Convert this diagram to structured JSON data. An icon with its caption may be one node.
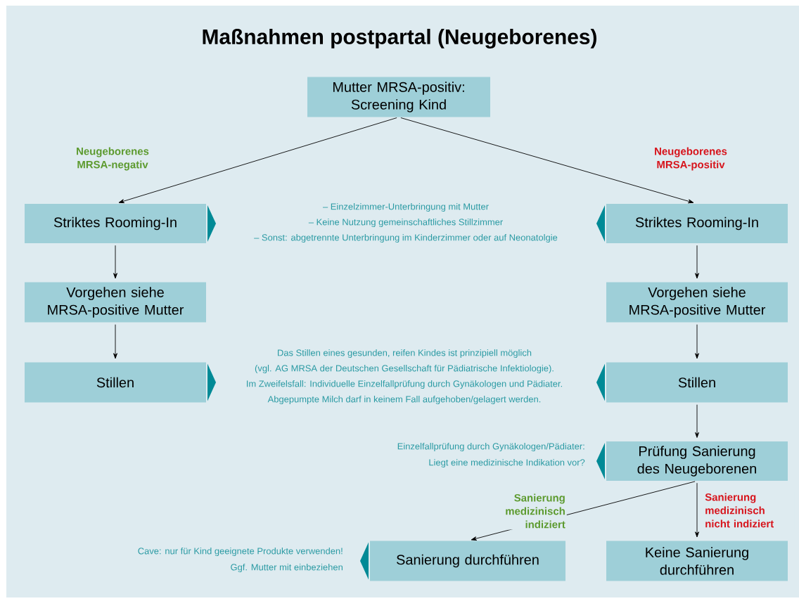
{
  "diagram": {
    "title": "Maßnahmen postpartal (Neugeborenes)",
    "nodes": [
      {
        "text": [
          "Mutter MRSA-positiv: Screening Kind"
        ]
      },
      {
        "text": [
          "Striktes Rooming-In"
        ]
      },
      {
        "text": [
          "Striktes Rooming-In"
        ]
      },
      {
        "text": [
          "Vorgehen siehe MRSA-positive Mutter"
        ]
      },
      {
        "text": [
          "Vorgehen siehe MRSA-positive Mutter"
        ]
      },
      {
        "text": [
          "Stillen"
        ]
      },
      {
        "text": [
          "Stillen"
        ]
      },
      {
        "text": [
          "Prüfung Sanierung des Neugeborenen"
        ]
      },
      {
        "text": [
          "Sanierung durchführen"
        ]
      },
      {
        "text": [
          "Keine Sanierung durchführen"
        ]
      }
    ],
    "edges": [
      {
        "from": 0,
        "to": 1,
        "arrow": "to",
        "label": "Neugeborenes MRSA-negativ"
      },
      {
        "from": 0,
        "to": 2,
        "arrow": "to",
        "label": "Neugeborenes MRSA-positiv"
      },
      {
        "from": 1,
        "to": 3,
        "arrow": "to"
      },
      {
        "from": 3,
        "to": 5,
        "arrow": "to"
      },
      {
        "from": 2,
        "to": 4,
        "arrow": "to"
      },
      {
        "from": 4,
        "to": 6,
        "arrow": "to"
      },
      {
        "from": 6,
        "to": 7,
        "arrow": "to"
      },
      {
        "from": 7,
        "to": 8,
        "arrow": "to",
        "label": "Sanierung medizinisch indiziert"
      },
      {
        "from": 7,
        "to": 9,
        "arrow": "to",
        "label": "Sanierung medizinisch nicht indiziert"
      }
    ],
    "labels": [
      "– Einzelzimmer-Unterbringung mit Mutter",
      "– Keine Nutzung gemeinschaftliches Stillzimmer",
      "– Sonst: abgetrennte Unterbringung im Kinderzimmer oder auf Neonatolgie",
      "Das Stillen eines gesunden, reifen Kindes ist prinzipiell möglich",
      "(vgl. AG MRSA der Deutschen Gesellschaft für Pädiatrische Infektiologie).",
      "Im Zweifelsfall: Individuelle Einzelfallprüfung durch Gynäkologen und Pädiater.",
      "Abgepumpte Milch darf in keinem Fall aufgehoben/gelagert werden.",
      "Einzelfallprüfung durch Gynäkologen/Pädiater:",
      "Liegt eine medizinische Indikation vor?",
      "Cave: nur für Kind geeignete Produkte verwenden!",
      "Ggf. Mutter mit einbeziehen"
    ]
  }
}
